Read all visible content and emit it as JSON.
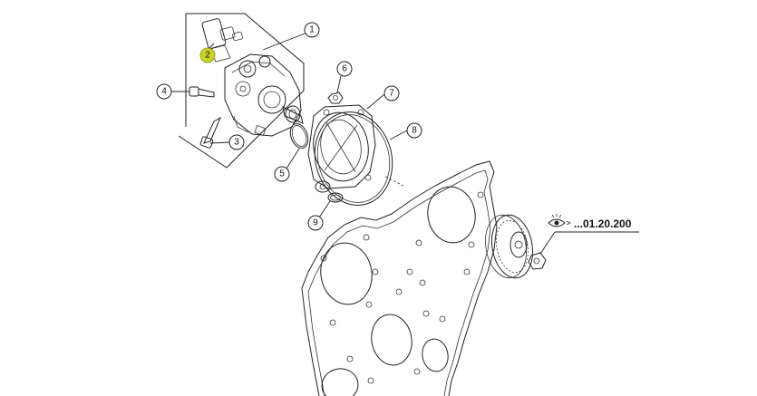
{
  "callouts": [
    {
      "id": "callout-1",
      "label": "1"
    },
    {
      "id": "callout-2",
      "label": "2",
      "highlight": "#c9d22a"
    },
    {
      "id": "callout-3",
      "label": "3"
    },
    {
      "id": "callout-4",
      "label": "4"
    },
    {
      "id": "callout-5",
      "label": "5"
    },
    {
      "id": "callout-6",
      "label": "6"
    },
    {
      "id": "callout-7",
      "label": "7"
    },
    {
      "id": "callout-8",
      "label": "8"
    },
    {
      "id": "callout-9",
      "label": "9"
    }
  ],
  "reference": {
    "text": "...01.20.200",
    "icon": "eye-icon"
  },
  "colors": {
    "line": "#222222",
    "highlight": "#c9d22a",
    "background": "#ffffff"
  }
}
